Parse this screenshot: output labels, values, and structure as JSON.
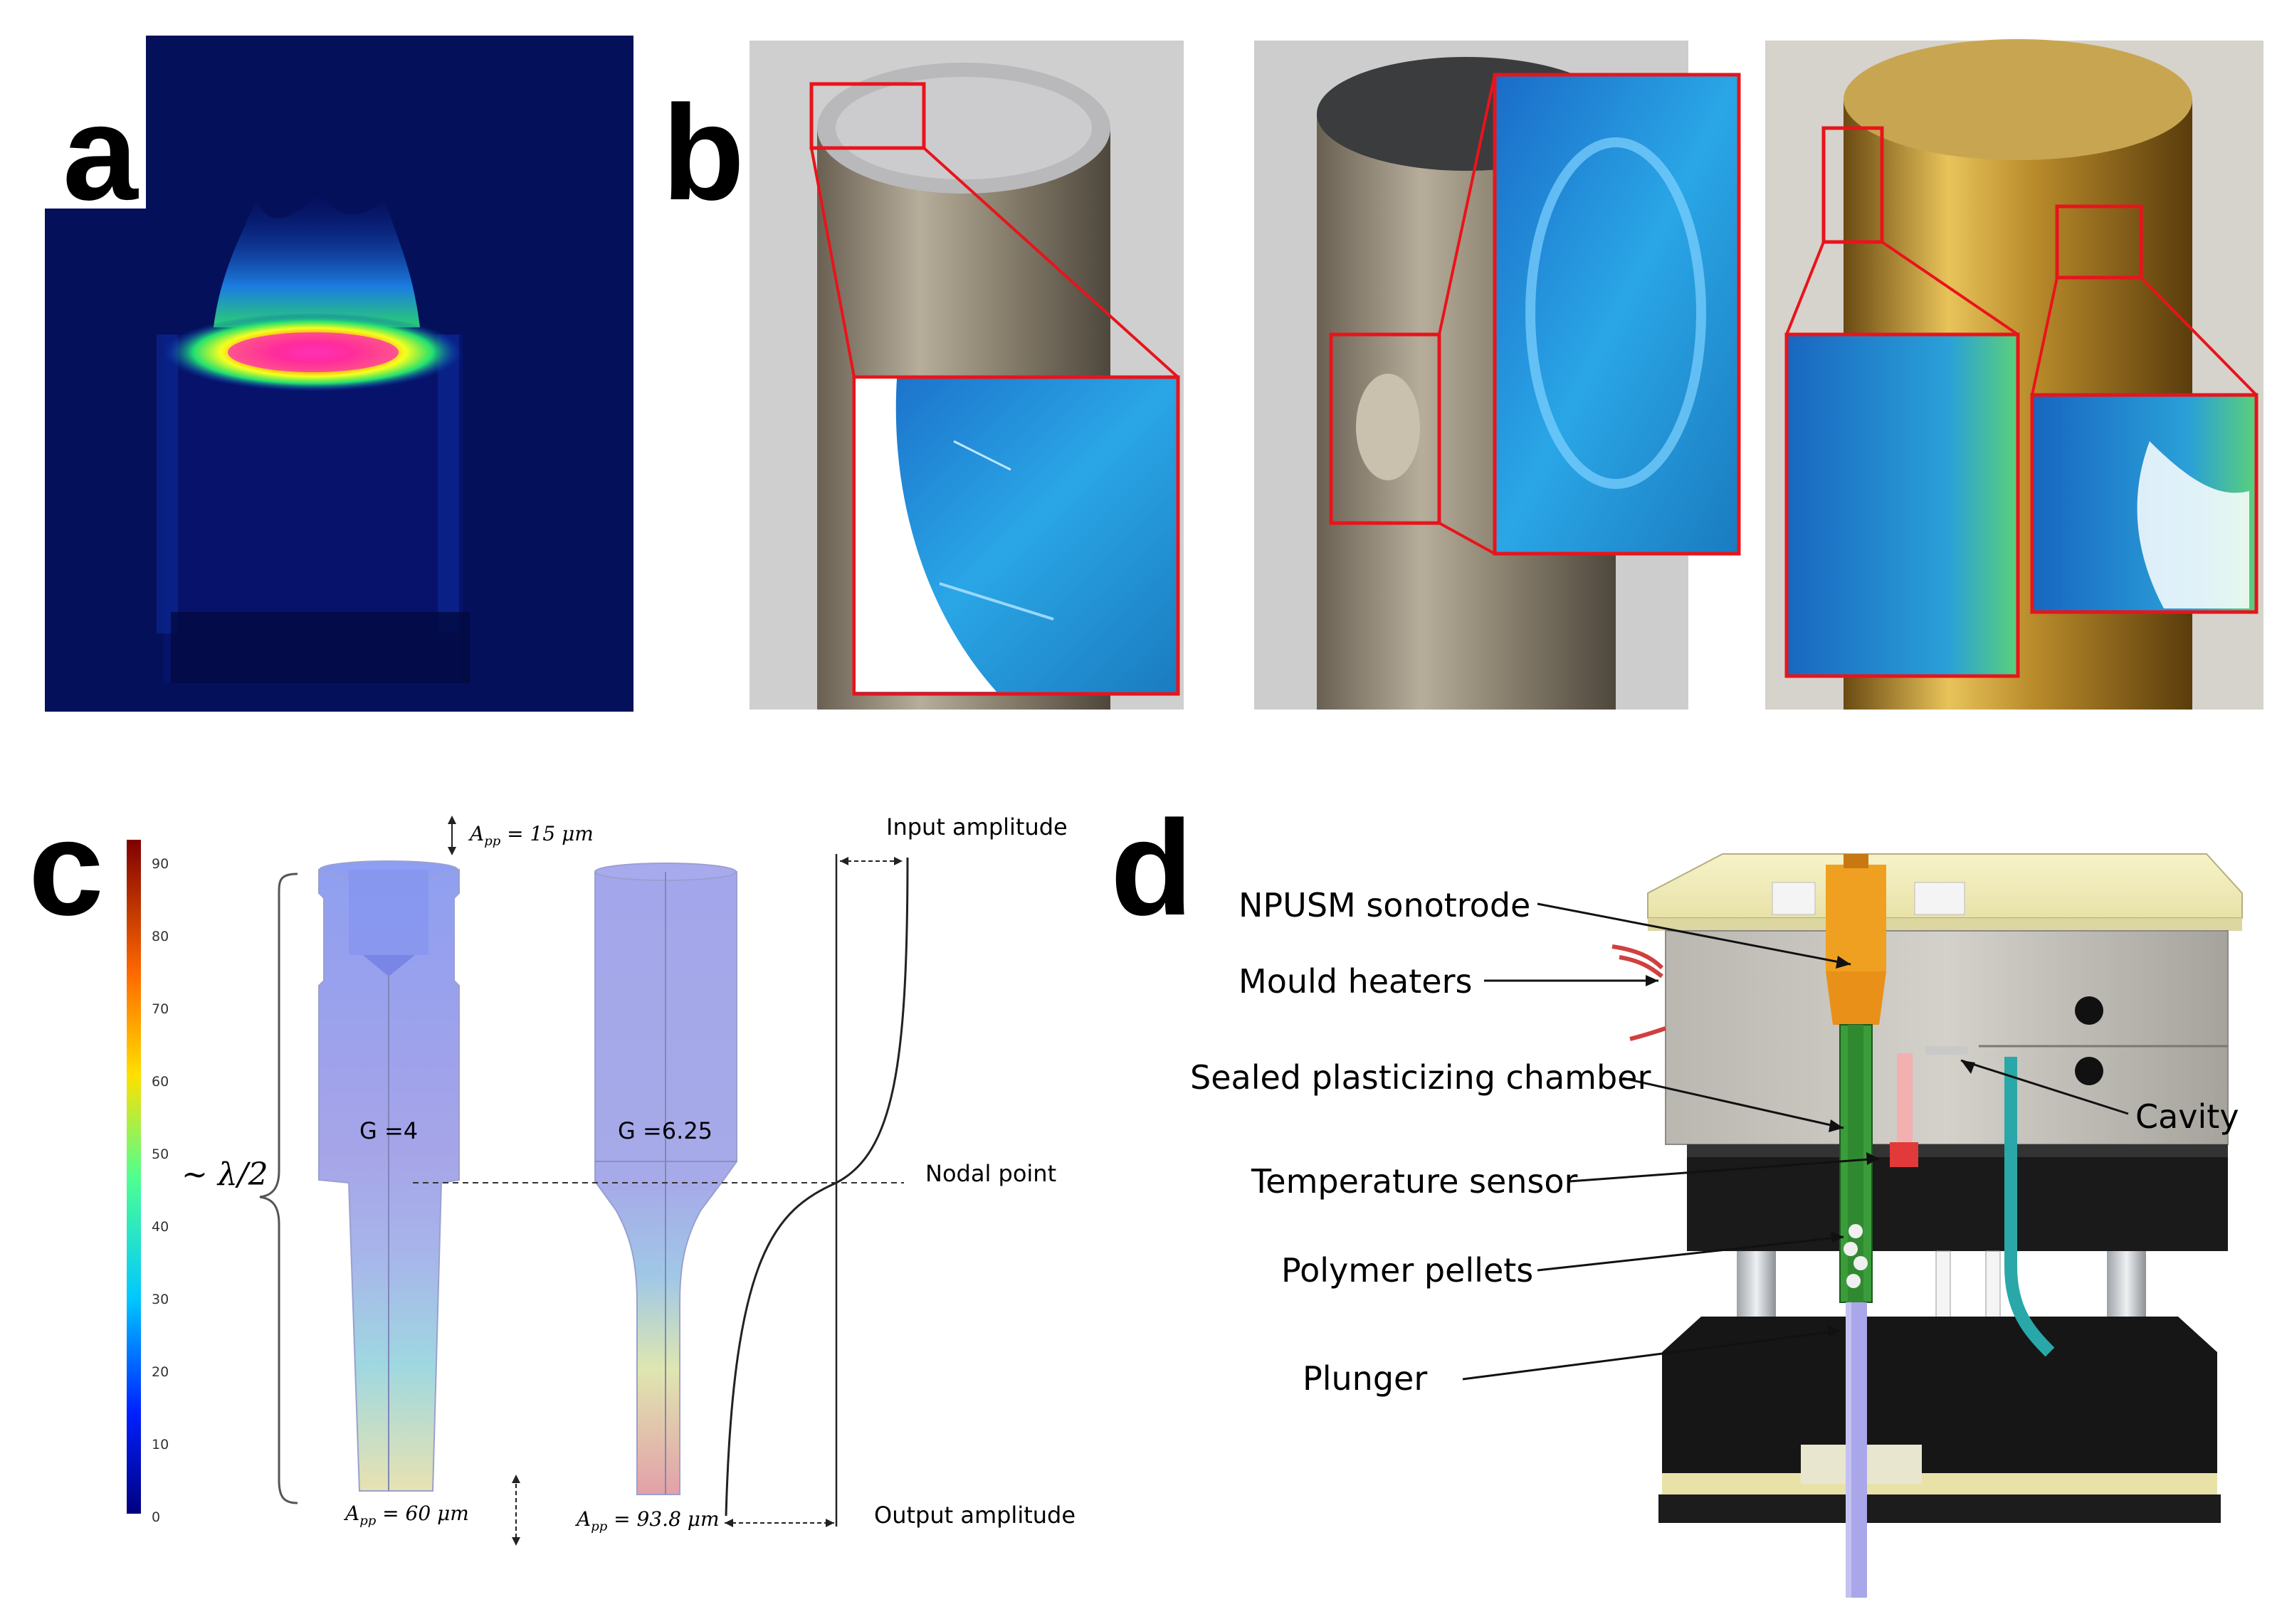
{
  "panels": {
    "a": {
      "letter": "a"
    },
    "b": {
      "letter": "b"
    },
    "c": {
      "letter": "c",
      "colorbar_ticks": [
        "90",
        "80",
        "70",
        "60",
        "50",
        "40",
        "30",
        "20",
        "10",
        "0"
      ],
      "lambda_label": "~ λ/2",
      "gain_left": "G =4",
      "gain_right": "G =6.25",
      "input_app": "A",
      "input_app_sub": "pp",
      "input_app_value": " = 15 μm",
      "output_left_value": " = 60 μm",
      "output_right_value": " = 93.8 μm",
      "input_amplitude": "Input amplitude",
      "nodal_point": "Nodal point",
      "output_amplitude": "Output amplitude"
    },
    "d": {
      "letter": "d",
      "labels": {
        "sonotrode": "NPUSM sonotrode",
        "heaters": "Mould heaters",
        "chamber": "Sealed plasticizing chamber",
        "cavity": "Cavity",
        "sensor": "Temperature sensor",
        "pellets": "Polymer pellets",
        "plunger": "Plunger"
      }
    }
  },
  "colors": {
    "highlight_box": "#e8141b",
    "thermal_bg": "#05105a",
    "microscope_blue": "#1e8fd8",
    "sonotrode": "#f0a020",
    "plunger": "#a9a6ea"
  }
}
